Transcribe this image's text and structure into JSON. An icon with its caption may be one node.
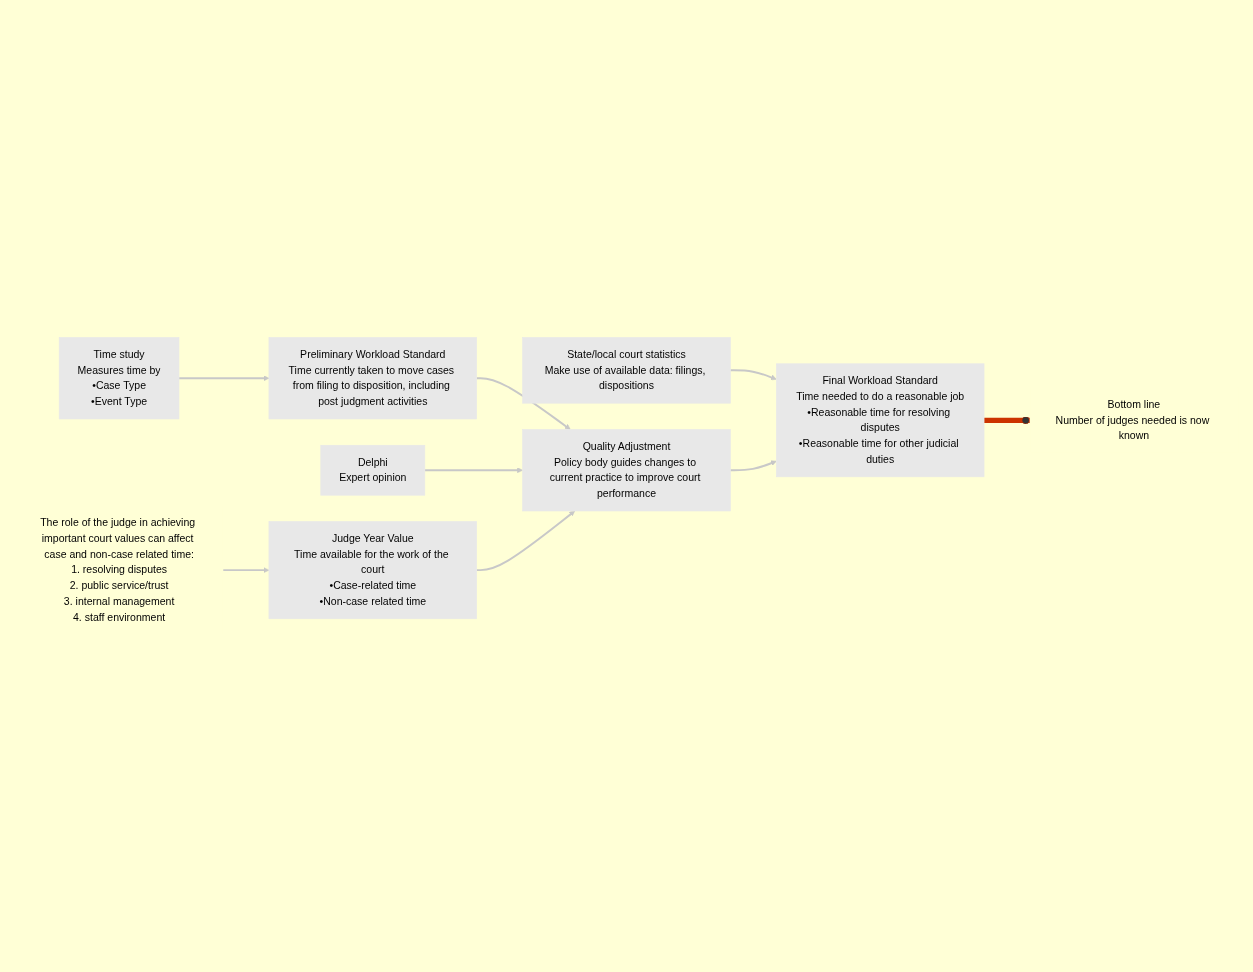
{
  "diagram": {
    "nodes": [
      {
        "text": [
          "Time study",
          "Measures time by",
          "•Case Type",
          "•Event Type"
        ]
      },
      {
        "text": [
          "Preliminary Workload Standard",
          "Time currently taken to move cases from filing to disposition, including post judgment activities"
        ]
      },
      {
        "text": [
          "State/local court statistics",
          "Make use of available data: filings, dispositions"
        ]
      },
      {
        "text": [
          "Delphi",
          "Expert opinion"
        ]
      },
      {
        "text": [
          "Quality Adjustment",
          "Policy body guides changes to current practice to improve court performance"
        ]
      },
      {
        "text": [
          "Final Workload Standard",
          "Time needed to do a reasonable job",
          "•Reasonable time for resolving disputes",
          "•Reasonable time for other judicial duties"
        ]
      },
      {
        "text": [
          "The role of the judge in achieving important court values can affect case and non-case related time:",
          "1. resolving disputes",
          "2. public service/trust",
          "3. internal management",
          "4. staff environment"
        ]
      },
      {
        "text": [
          "Judge Year Value",
          "Time available for the work of the court",
          "•Case-related time",
          "•Non-case related time"
        ]
      },
      {
        "text": [
          "Bottom line",
          "Number of judges needed is now known"
        ]
      }
    ],
    "edges": [
      {
        "from": 0,
        "to": 1,
        "arrow": "to"
      },
      {
        "from": 1,
        "to": 4,
        "arrow": "to"
      },
      {
        "from": 2,
        "to": 5,
        "arrow": "to"
      },
      {
        "from": 3,
        "to": 4,
        "arrow": "to"
      },
      {
        "from": 4,
        "to": 5,
        "arrow": "to"
      },
      {
        "from": 7,
        "to": 4,
        "arrow": "to"
      },
      {
        "from": 6,
        "to": 7,
        "arrow": "to"
      },
      {
        "from": 5,
        "to": 8,
        "arrow": "other",
        "style": "thick",
        "color": "#cc3300"
      }
    ]
  }
}
